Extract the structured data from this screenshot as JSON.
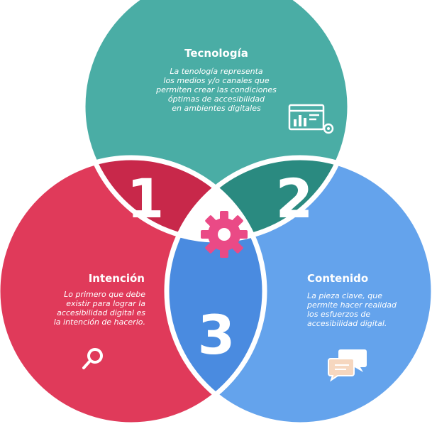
{
  "colors": {
    "teal": "#4aada5",
    "red": "#e03a5a",
    "blue": "#64a3ec",
    "overlap_1": "#c8284a",
    "overlap_2": "#2a8a80",
    "overlap_3": "#4a8be0",
    "center": "#ffffff",
    "gear": "#ea4a86",
    "separator": "#ffffff"
  },
  "sections": {
    "tecnologia": {
      "title": "Tecnología",
      "lines": [
        "La tenología representa",
        "los medios y/o canales que",
        "permiten crear las condiciones",
        "óptimas de accesibilidad",
        "en ambientes digitales"
      ],
      "icon": "dashboard-settings-icon"
    },
    "intencion": {
      "title": "Intención",
      "lines": [
        "Lo primero que debe",
        "existir para lograr la",
        "accesibilidad digital es",
        "la intención de hacerlo."
      ],
      "icon": "search-icon"
    },
    "contenido": {
      "title": "Contenido",
      "lines": [
        "La pieza clave, que",
        "permite hacer realidad",
        "los esfuerzos de",
        "accesibilidad digital."
      ],
      "icon": "chat-bubbles-icon"
    }
  },
  "numbers": {
    "one": "1",
    "two": "2",
    "three": "3"
  },
  "center_icon": "gear-icon"
}
